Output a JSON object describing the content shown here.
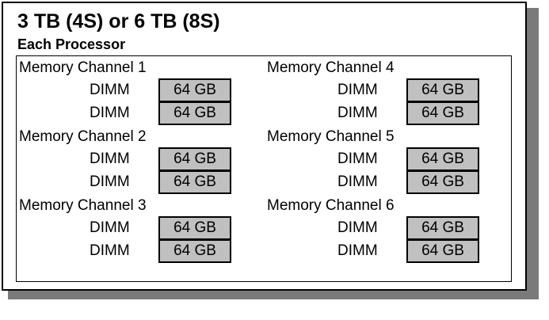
{
  "title": "3 TB (4S) or 6 TB (8S)",
  "subtitle": "Each Processor",
  "colors": {
    "dimm_fill": "#c0c0c0",
    "border": "#000000",
    "shadow": "#7a7a7a"
  },
  "channels": [
    {
      "label": "Memory Channel 1",
      "dimms": [
        {
          "label": "DIMM",
          "size": "64 GB"
        },
        {
          "label": "DIMM",
          "size": "64 GB"
        }
      ]
    },
    {
      "label": "Memory Channel 2",
      "dimms": [
        {
          "label": "DIMM",
          "size": "64 GB"
        },
        {
          "label": "DIMM",
          "size": "64 GB"
        }
      ]
    },
    {
      "label": "Memory Channel 3",
      "dimms": [
        {
          "label": "DIMM",
          "size": "64 GB"
        },
        {
          "label": "DIMM",
          "size": "64 GB"
        }
      ]
    },
    {
      "label": "Memory Channel 4",
      "dimms": [
        {
          "label": "DIMM",
          "size": "64 GB"
        },
        {
          "label": "DIMM",
          "size": "64 GB"
        }
      ]
    },
    {
      "label": "Memory Channel 5",
      "dimms": [
        {
          "label": "DIMM",
          "size": "64 GB"
        },
        {
          "label": "DIMM",
          "size": "64 GB"
        }
      ]
    },
    {
      "label": "Memory Channel 6",
      "dimms": [
        {
          "label": "DIMM",
          "size": "64 GB"
        },
        {
          "label": "DIMM",
          "size": "64 GB"
        }
      ]
    }
  ]
}
